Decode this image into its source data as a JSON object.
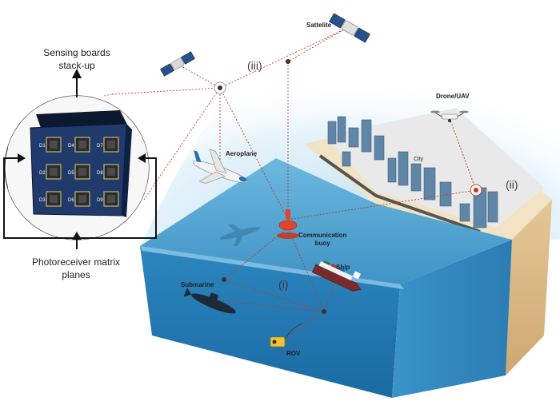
{
  "inset": {
    "top_label_line1": "Sensing boards",
    "top_label_line2": "stack-up",
    "bottom_label_line1": "Photoreceiver matrix",
    "bottom_label_line2": "planes",
    "photodiode_tags": [
      "D1",
      "D4",
      "D7",
      "D2",
      "D5",
      "D8",
      "D3",
      "D6",
      "D9"
    ],
    "colors": {
      "board": "#1f3a6b",
      "frame": "#0c1730",
      "sensor": "#c9b46a"
    }
  },
  "scene": {
    "labels": {
      "satellite": "Sattelite",
      "aeroplane": "Aeroplane",
      "drone": "Drone/UAV",
      "city": "City",
      "buoy_line1": "Communication",
      "buoy_line2": "buoy",
      "ship": "Ship",
      "submarine": "Submarine",
      "rov": "ROV"
    },
    "markers": {
      "i": "(i)",
      "ii": "(ii)",
      "iii": "(iii)"
    },
    "colors": {
      "sky": "#d7ecf6",
      "sea_top": "#4a9fce",
      "sea_front": "#2f86bd",
      "sand": "#eedcb8",
      "link": "#c0392b",
      "buoy": "#e0442a"
    }
  }
}
